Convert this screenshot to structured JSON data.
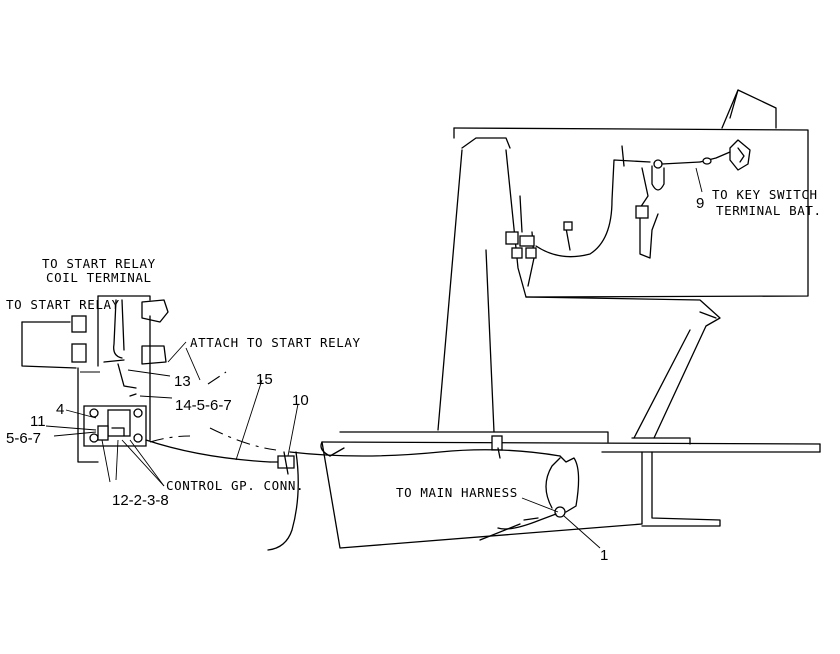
{
  "labels": {
    "start_relay_coil_line1": "TO START RELAY",
    "start_relay_coil_line2": "COIL TERMINAL",
    "to_start_relay": "TO START RELAY",
    "attach_to_start_relay": "ATTACH TO START RELAY",
    "control_gp_conn": "CONTROL GP. CONN.",
    "to_main_harness": "TO MAIN HARNESS",
    "key_switch_line1": "TO KEY SWITCH",
    "key_switch_line2": "TERMINAL BAT."
  },
  "callouts": {
    "c13": "13",
    "c14567": "14-5-6-7",
    "c15": "15",
    "c10": "10",
    "c4": "4",
    "c11": "11",
    "c567": "5-6-7",
    "c12238": "12-2-3-8",
    "c1": "1",
    "c9": "9"
  }
}
